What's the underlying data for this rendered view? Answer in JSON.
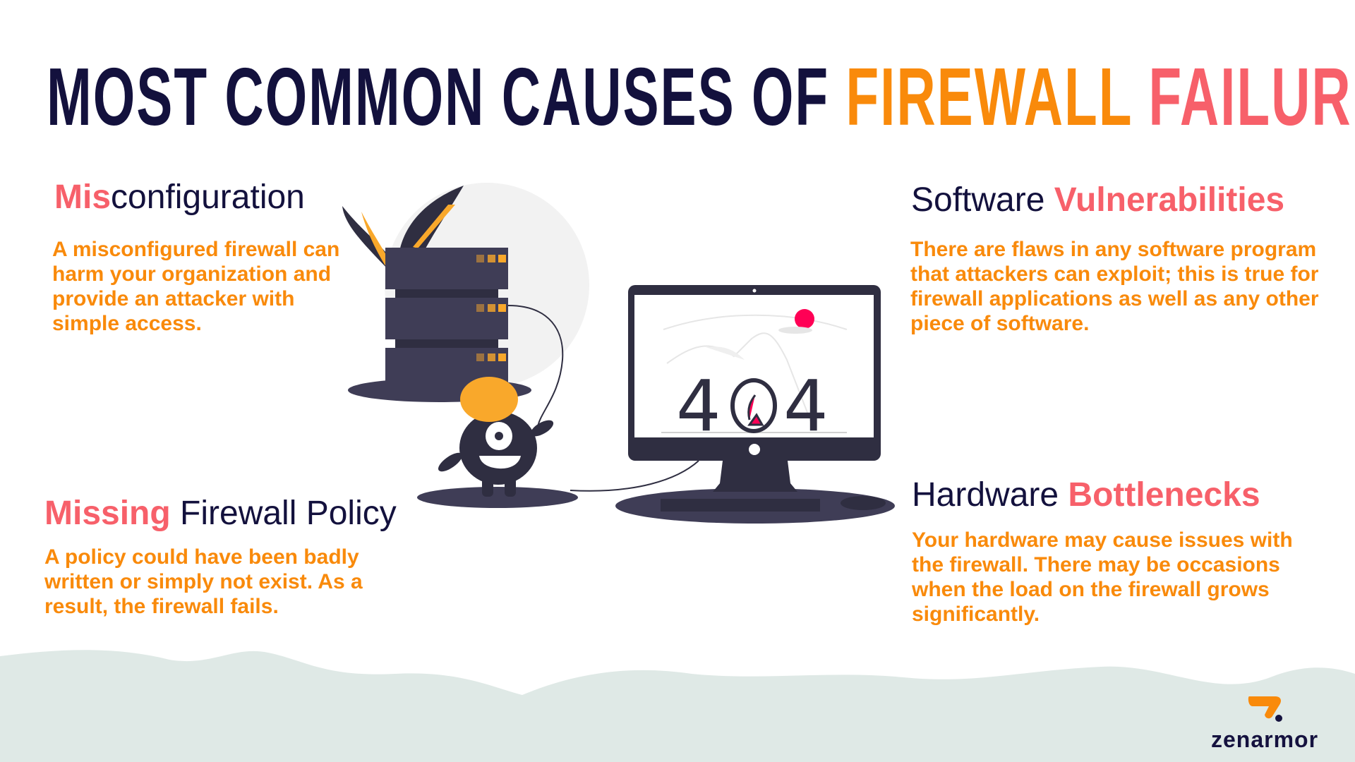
{
  "title": {
    "part1": "MOST COMMON CAUSES OF ",
    "part2": "FIREWALL ",
    "part3": "FAILURE"
  },
  "sections": [
    {
      "heading_accent": "Mis",
      "heading_rest": "configuration",
      "body": "A misconfigured firewall can harm your organization and provide an attacker with simple access."
    },
    {
      "heading_accent": "Missing",
      "heading_rest": " Firewall Policy",
      "body": "A policy could have been badly written or simply not exist. As a result, the firewall fails."
    },
    {
      "heading_rest": "Software ",
      "heading_accent": "Vulnerabilities",
      "body": "There are flaws in any software program that attackers can exploit; this is true for firewall applications as well as any other piece of software."
    },
    {
      "heading_rest": "Hardware ",
      "heading_accent": "Bottlenecks",
      "body": "Your hardware may cause issues with the firewall. There may be occasions when the load on the firewall grows significantly."
    }
  ],
  "illustration": {
    "screen_text_left": "4",
    "screen_text_right": "4"
  },
  "logo": {
    "text": "zenarmor"
  },
  "colors": {
    "navy": "#13113d",
    "orange": "#f98a0b",
    "coral": "#f7606a",
    "wave": "#dfe9e6",
    "dark": "#3f3d56"
  }
}
